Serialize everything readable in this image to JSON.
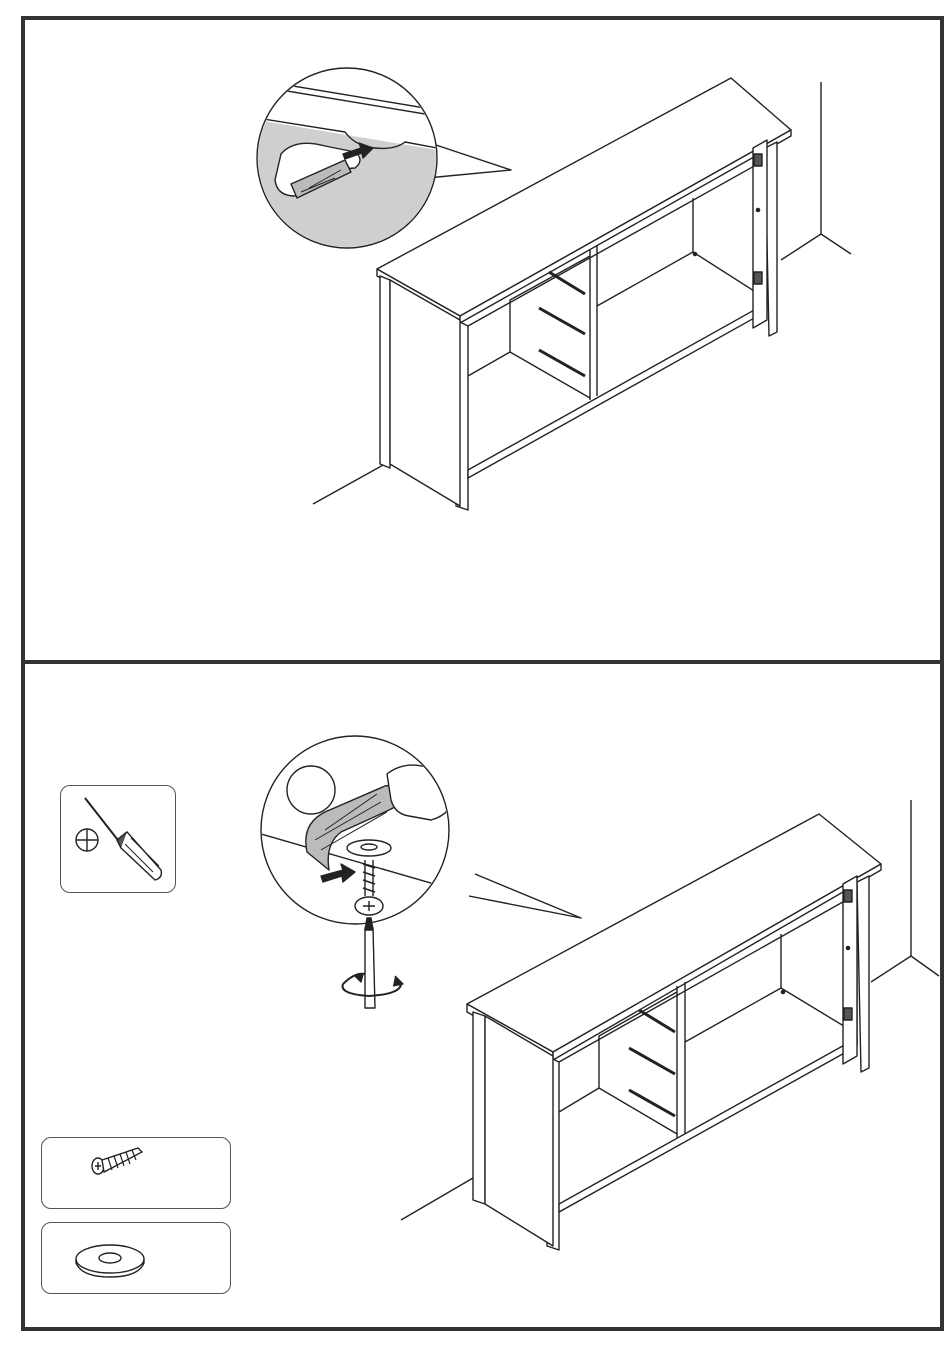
{
  "steps": [
    {
      "id": "apply-felt-pad",
      "illustration": "sideboard-with-open-door",
      "detail": "hand-pressing-felt-strip"
    },
    {
      "id": "fasten-strip-with-screw",
      "illustration": "sideboard-with-open-door",
      "detail": "screwdriver-driving-screw-through-washer",
      "tools": [
        {
          "icon": "phillips-screwdriver-icon"
        }
      ],
      "hardware": [
        {
          "icon": "screw-icon"
        },
        {
          "icon": "washer-icon"
        }
      ]
    }
  ],
  "colors": {
    "line": "#222222",
    "frame": "#333333",
    "shade": "#cfcfcf",
    "felt": "#bbbbbb"
  }
}
